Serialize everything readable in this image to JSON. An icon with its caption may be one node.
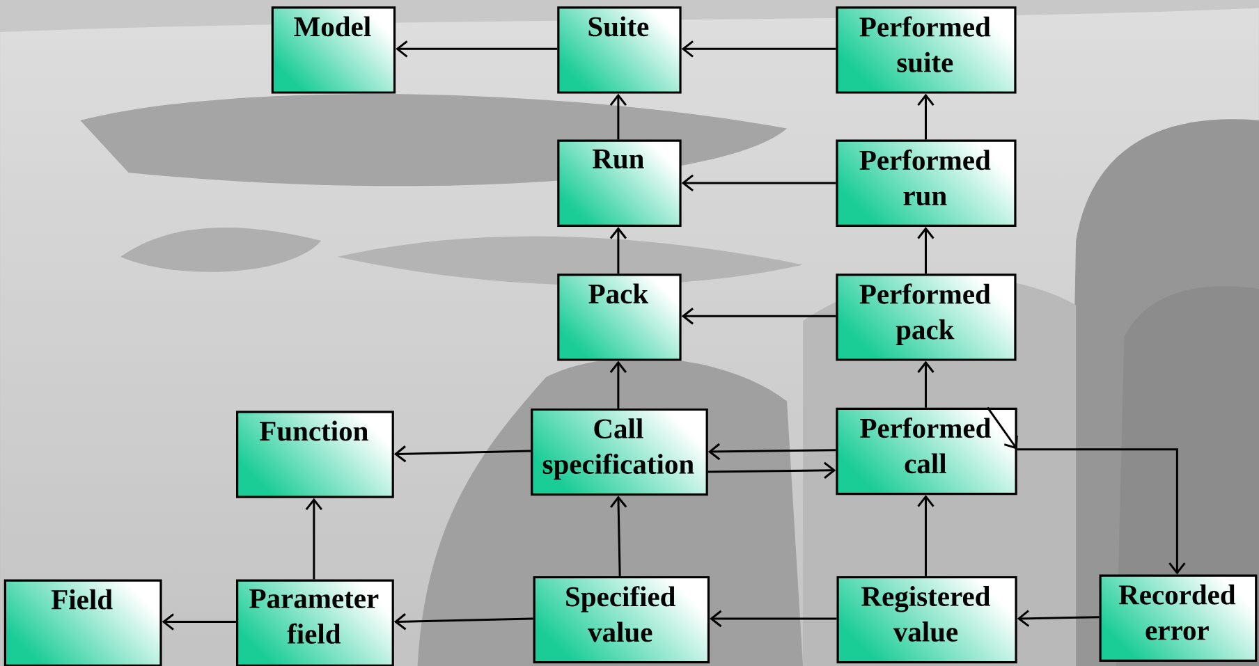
{
  "diagram": {
    "nodes": [
      {
        "text": [
          "Model"
        ]
      },
      {
        "text": [
          "Suite"
        ]
      },
      {
        "text": [
          "Performed suite"
        ]
      },
      {
        "text": [
          "Run"
        ]
      },
      {
        "text": [
          "Performed run"
        ]
      },
      {
        "text": [
          "Pack"
        ]
      },
      {
        "text": [
          "Performed pack"
        ]
      },
      {
        "text": [
          "Function"
        ]
      },
      {
        "text": [
          "Call specification"
        ]
      },
      {
        "text": [
          "Performed call"
        ]
      },
      {
        "text": [
          "Field"
        ]
      },
      {
        "text": [
          "Parameter field"
        ]
      },
      {
        "text": [
          "Specified value"
        ]
      },
      {
        "text": [
          "Registered value"
        ]
      },
      {
        "text": [
          "Recorded error"
        ]
      }
    ],
    "edges": [
      {
        "from": 1,
        "to": 0,
        "arrow": "to"
      },
      {
        "from": 2,
        "to": 1,
        "arrow": "to"
      },
      {
        "from": 3,
        "to": 1,
        "arrow": "to"
      },
      {
        "from": 4,
        "to": 2,
        "arrow": "to"
      },
      {
        "from": 4,
        "to": 3,
        "arrow": "to"
      },
      {
        "from": 5,
        "to": 3,
        "arrow": "to"
      },
      {
        "from": 6,
        "to": 4,
        "arrow": "to"
      },
      {
        "from": 6,
        "to": 5,
        "arrow": "to"
      },
      {
        "from": 8,
        "to": 5,
        "arrow": "to"
      },
      {
        "from": 9,
        "to": 6,
        "arrow": "to"
      },
      {
        "from": 8,
        "to": 7,
        "arrow": "to"
      },
      {
        "from": 9,
        "to": 8,
        "arrow": "to"
      },
      {
        "from": 8,
        "to": 9,
        "arrow": "to"
      },
      {
        "from": 9,
        "to": 9,
        "arrow": "to"
      },
      {
        "from": 9,
        "to": 14,
        "arrow": "to"
      },
      {
        "from": 11,
        "to": 7,
        "arrow": "to"
      },
      {
        "from": 11,
        "to": 10,
        "arrow": "to"
      },
      {
        "from": 12,
        "to": 11,
        "arrow": "to"
      },
      {
        "from": 12,
        "to": 8,
        "arrow": "to"
      },
      {
        "from": 13,
        "to": 12,
        "arrow": "to"
      },
      {
        "from": 13,
        "to": 9,
        "arrow": "to"
      },
      {
        "from": 14,
        "to": 13,
        "arrow": "to"
      }
    ]
  }
}
